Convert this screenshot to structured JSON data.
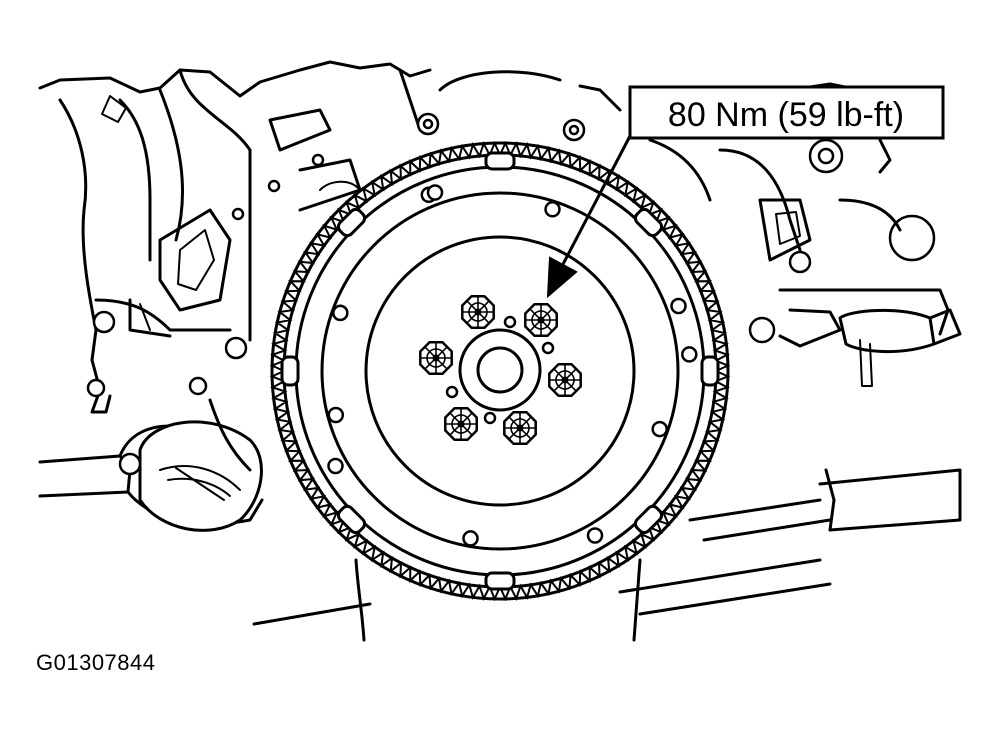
{
  "callout": {
    "torque_label": "80 Nm (59 lb-ft)"
  },
  "figure": {
    "id": "G01307844"
  },
  "icons": [
    "flywheel-drawing",
    "bolt-icon",
    "arrow-icon"
  ],
  "colors": {
    "ink": "#000000",
    "paper": "#ffffff"
  }
}
